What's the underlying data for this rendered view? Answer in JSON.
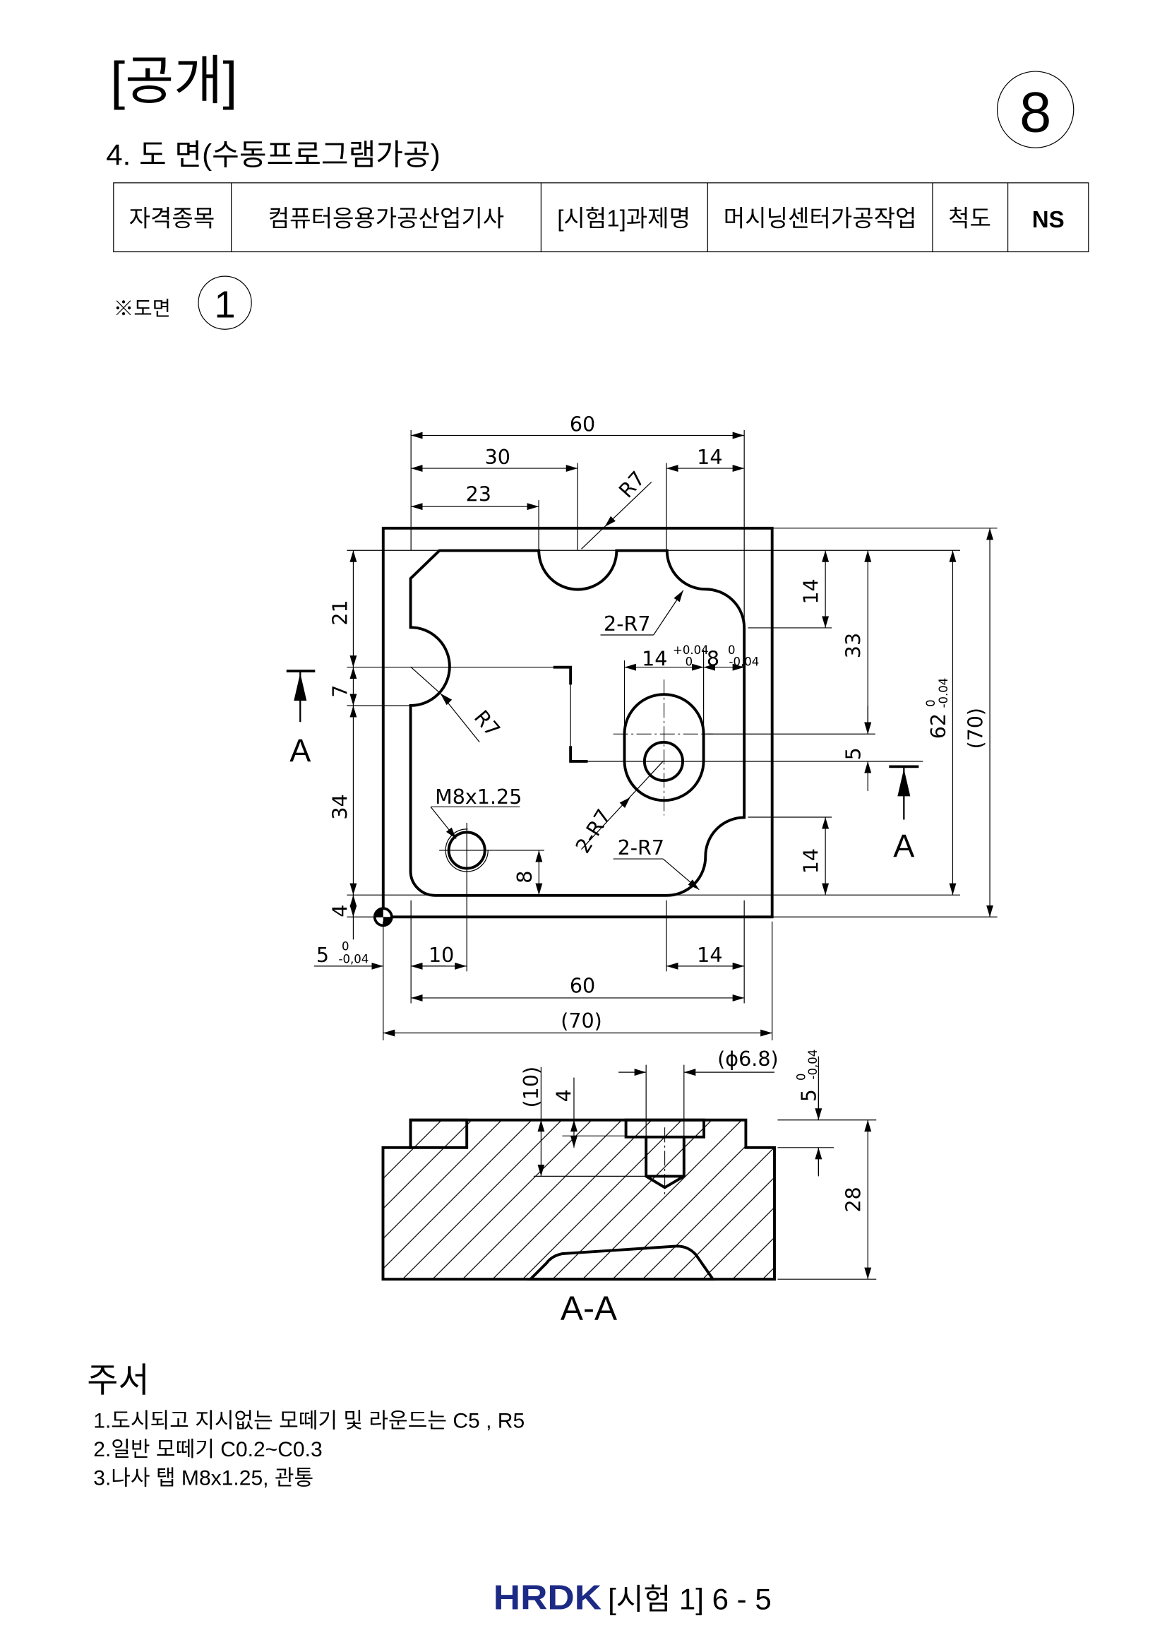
{
  "header": {
    "title": "[공개]",
    "section": "4. 도 면(수동프로그램가공)",
    "sheet_number": "8"
  },
  "info_table": {
    "cells": [
      "자격종목",
      "컴퓨터응용가공산업기사",
      "[시험1]과제명",
      "머시닝센터가공작업",
      "척도",
      "NS"
    ]
  },
  "drawing_label": {
    "text": "※도면",
    "number": "1"
  },
  "plan_view": {
    "top": {
      "overall": "60",
      "notch_pos": "30",
      "chamfer_pos": "23",
      "corner": "14",
      "notch_radius": "R7"
    },
    "left": {
      "upper": "21",
      "notch": "7",
      "lower": "34",
      "offset": "4"
    },
    "right": {
      "upper_corner": "14",
      "slot_pos": "33",
      "slot_offset": "5",
      "lower_corner": "14",
      "pocket": "62",
      "pocket_tol_upper": "0",
      "pocket_tol_lower": "-0.04",
      "overall": "(70)"
    },
    "bottom": {
      "offset": "5",
      "offset_tol_upper": "0",
      "offset_tol_lower": "-0,04",
      "hole_pos": "10",
      "corner": "14",
      "pocket": "60",
      "overall": "(70)"
    },
    "slot": {
      "width": "14",
      "width_tol_upper": "+0.04",
      "width_tol_lower": "0",
      "wall": "8",
      "wall_tol_upper": "0",
      "wall_tol_lower": "-0,04"
    },
    "callouts": {
      "corner_top": "2-R7",
      "left_notch": "R7",
      "slot_radius": "2-R7",
      "corner_bottom": "2-R7",
      "tap": "M8x1.25",
      "tap_offset": "8"
    },
    "section_mark": "A"
  },
  "section_view": {
    "label": "A-A",
    "step_depth": "(10)",
    "counterbore_depth": "4",
    "drill_dia": "(ϕ6.8)",
    "boss_height": "5",
    "boss_tol_upper": "0",
    "boss_tol_lower": "-0,04",
    "thickness": "28"
  },
  "notes": {
    "title": "주서",
    "items": [
      "1.도시되고 지시없는 모떼기 및 라운드는 C5 , R5",
      "2.일반 모떼기 C0.2~C0.3",
      "3.나사 탭 M8x1.25, 관통"
    ]
  },
  "footer": {
    "logo": "HRDK",
    "page": "[시험 1] 6 - 5"
  },
  "colors": {
    "ink": "#000000",
    "logo": "#1c2a86"
  }
}
